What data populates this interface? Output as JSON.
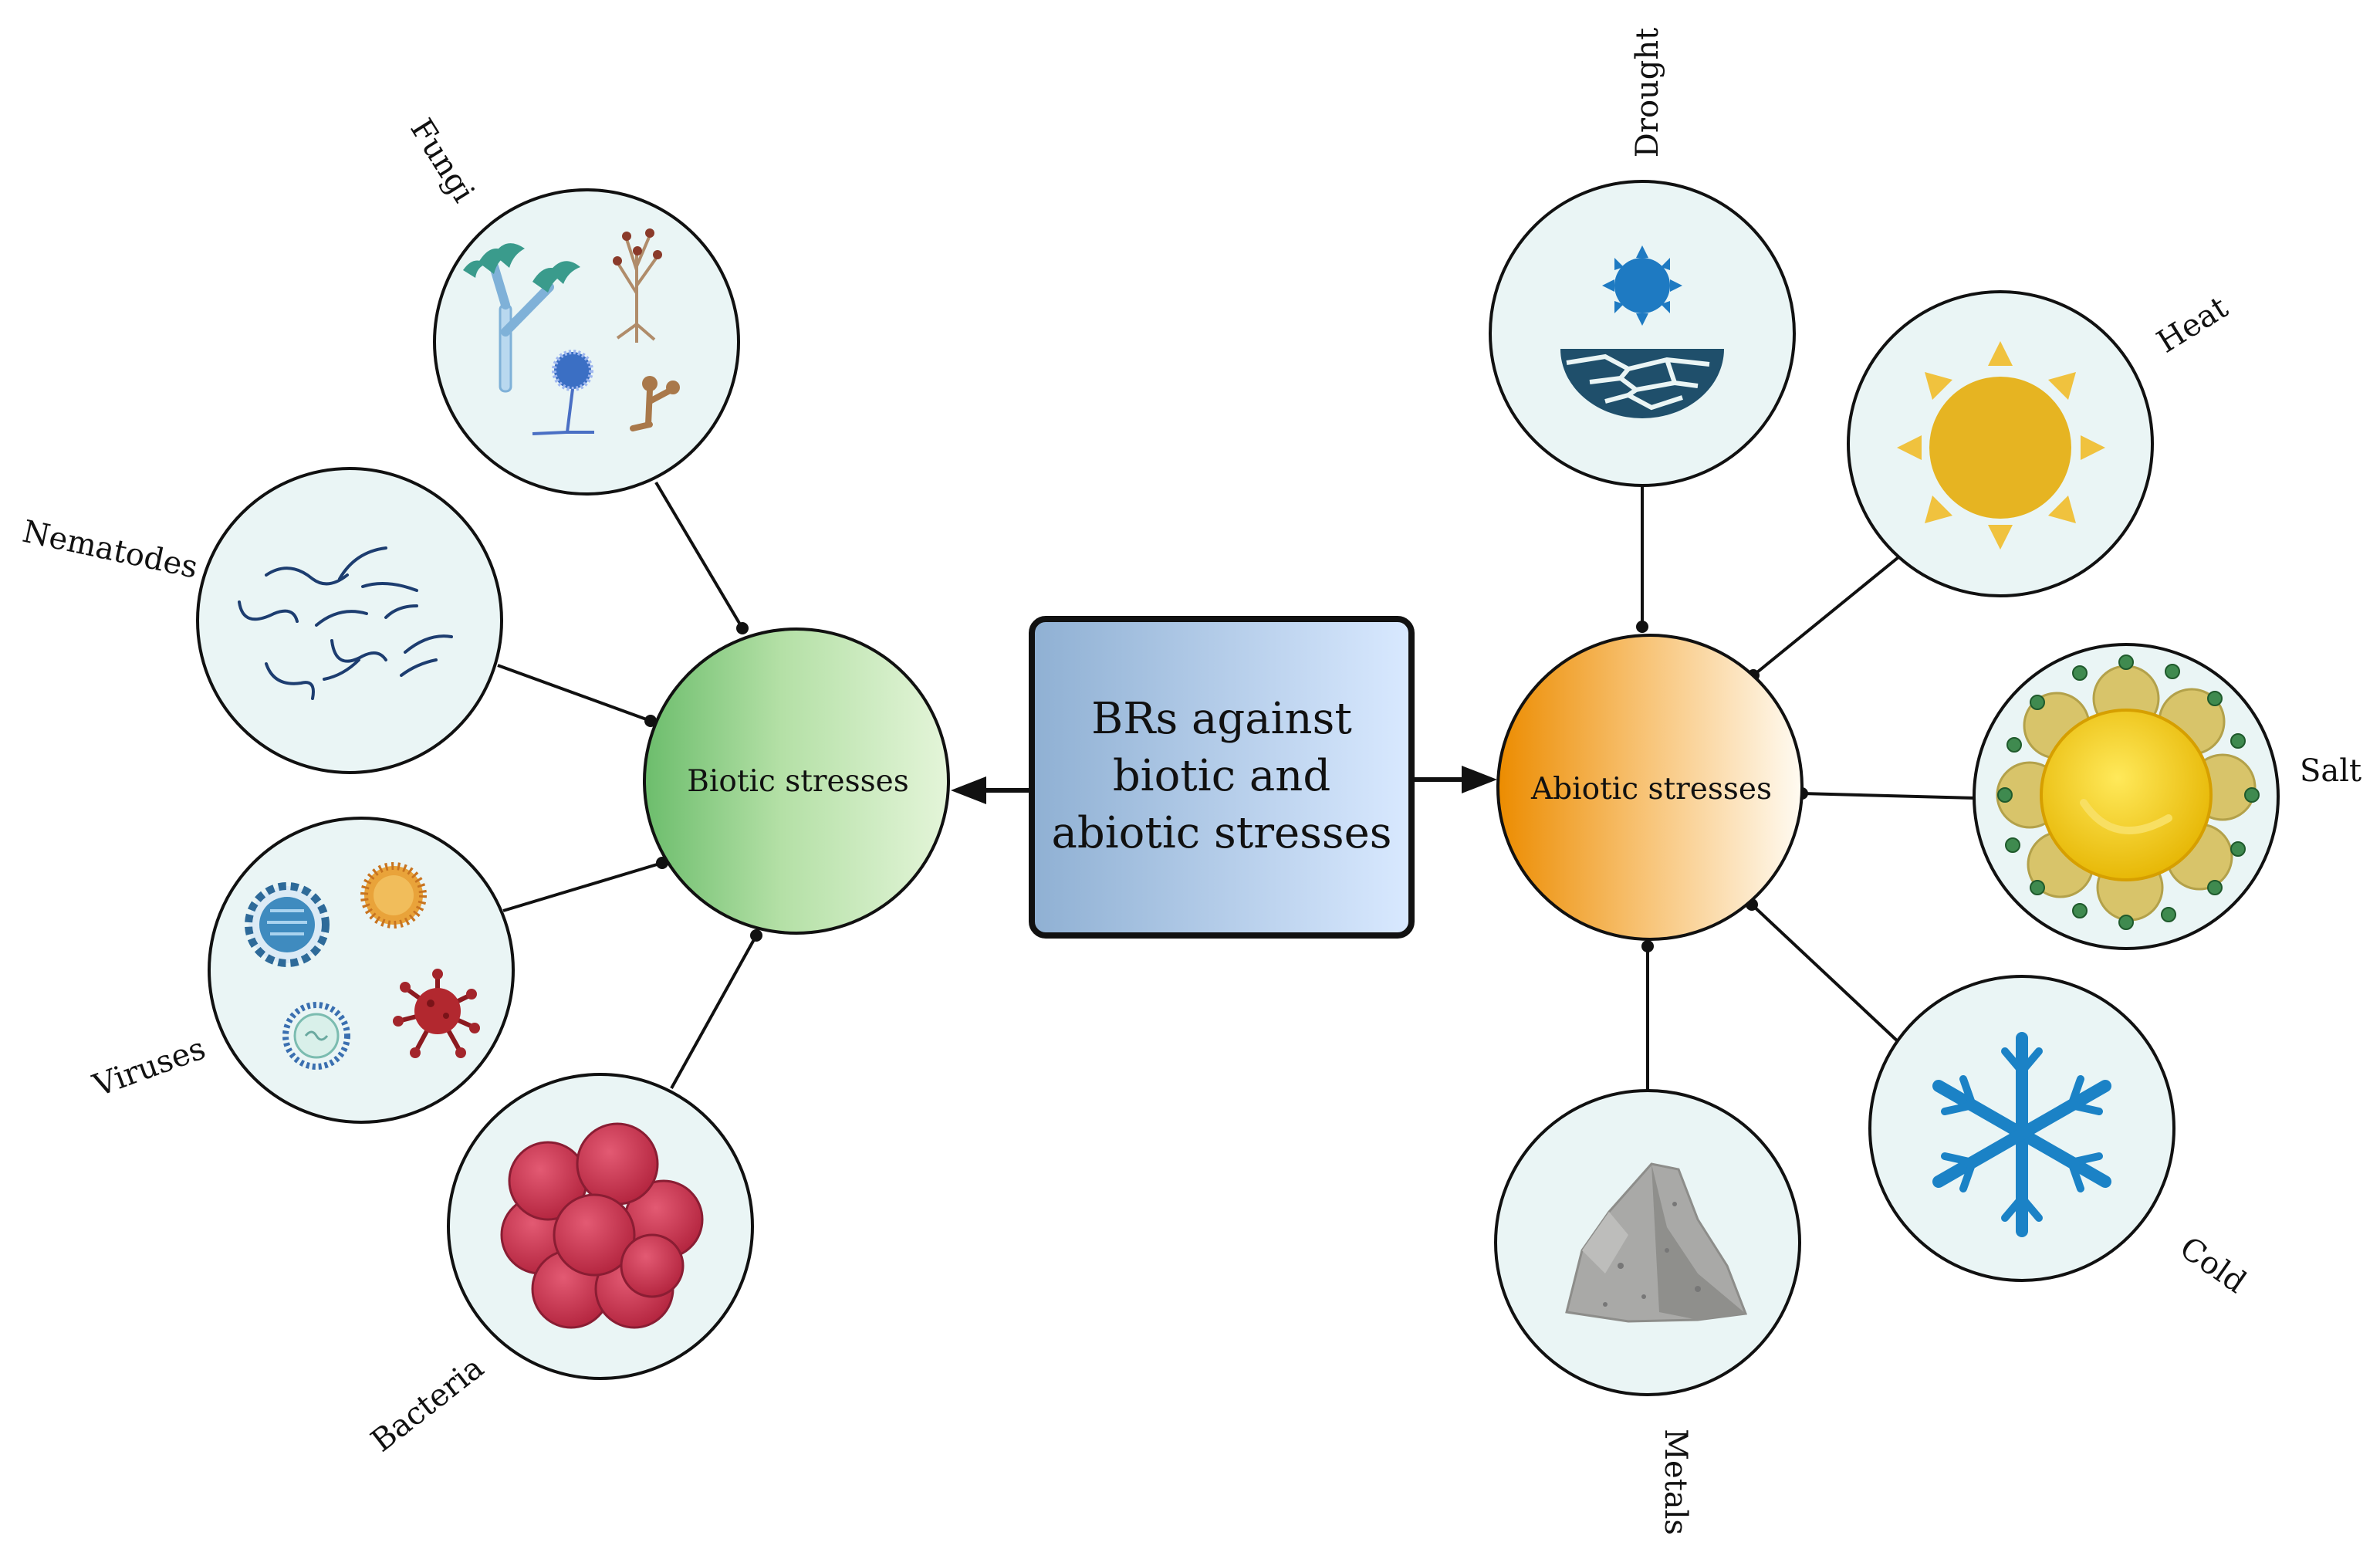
{
  "center": {
    "line1": "BRs against",
    "line2": "biotic and",
    "line3": "abiotic stresses"
  },
  "biotic": {
    "label": "Biotic stresses",
    "items": [
      {
        "label": "Fungi",
        "icon": "fungi-icon"
      },
      {
        "label": "Nematodes",
        "icon": "nematodes-icon"
      },
      {
        "label": "Viruses",
        "icon": "viruses-icon"
      },
      {
        "label": "Bacteria",
        "icon": "bacteria-icon"
      }
    ]
  },
  "abiotic": {
    "label": "Abiotic stresses",
    "items": [
      {
        "label": "Drought",
        "icon": "drought-icon"
      },
      {
        "label": "Heat",
        "icon": "heat-icon"
      },
      {
        "label": "Salt",
        "icon": "salt-icon"
      },
      {
        "label": "Cold",
        "icon": "cold-icon"
      },
      {
        "label": "Metals",
        "icon": "metals-icon"
      }
    ]
  },
  "colors": {
    "circle_fill": "#eaf5f5",
    "outline": "#111111",
    "biotic_light": "#e2f5d8",
    "biotic_dark": "#6fbe6f",
    "abiotic_light": "#fffaf0",
    "abiotic_dark": "#ee9000",
    "box_light": "#d7e8ff",
    "box_dark": "#8fb0d3"
  }
}
